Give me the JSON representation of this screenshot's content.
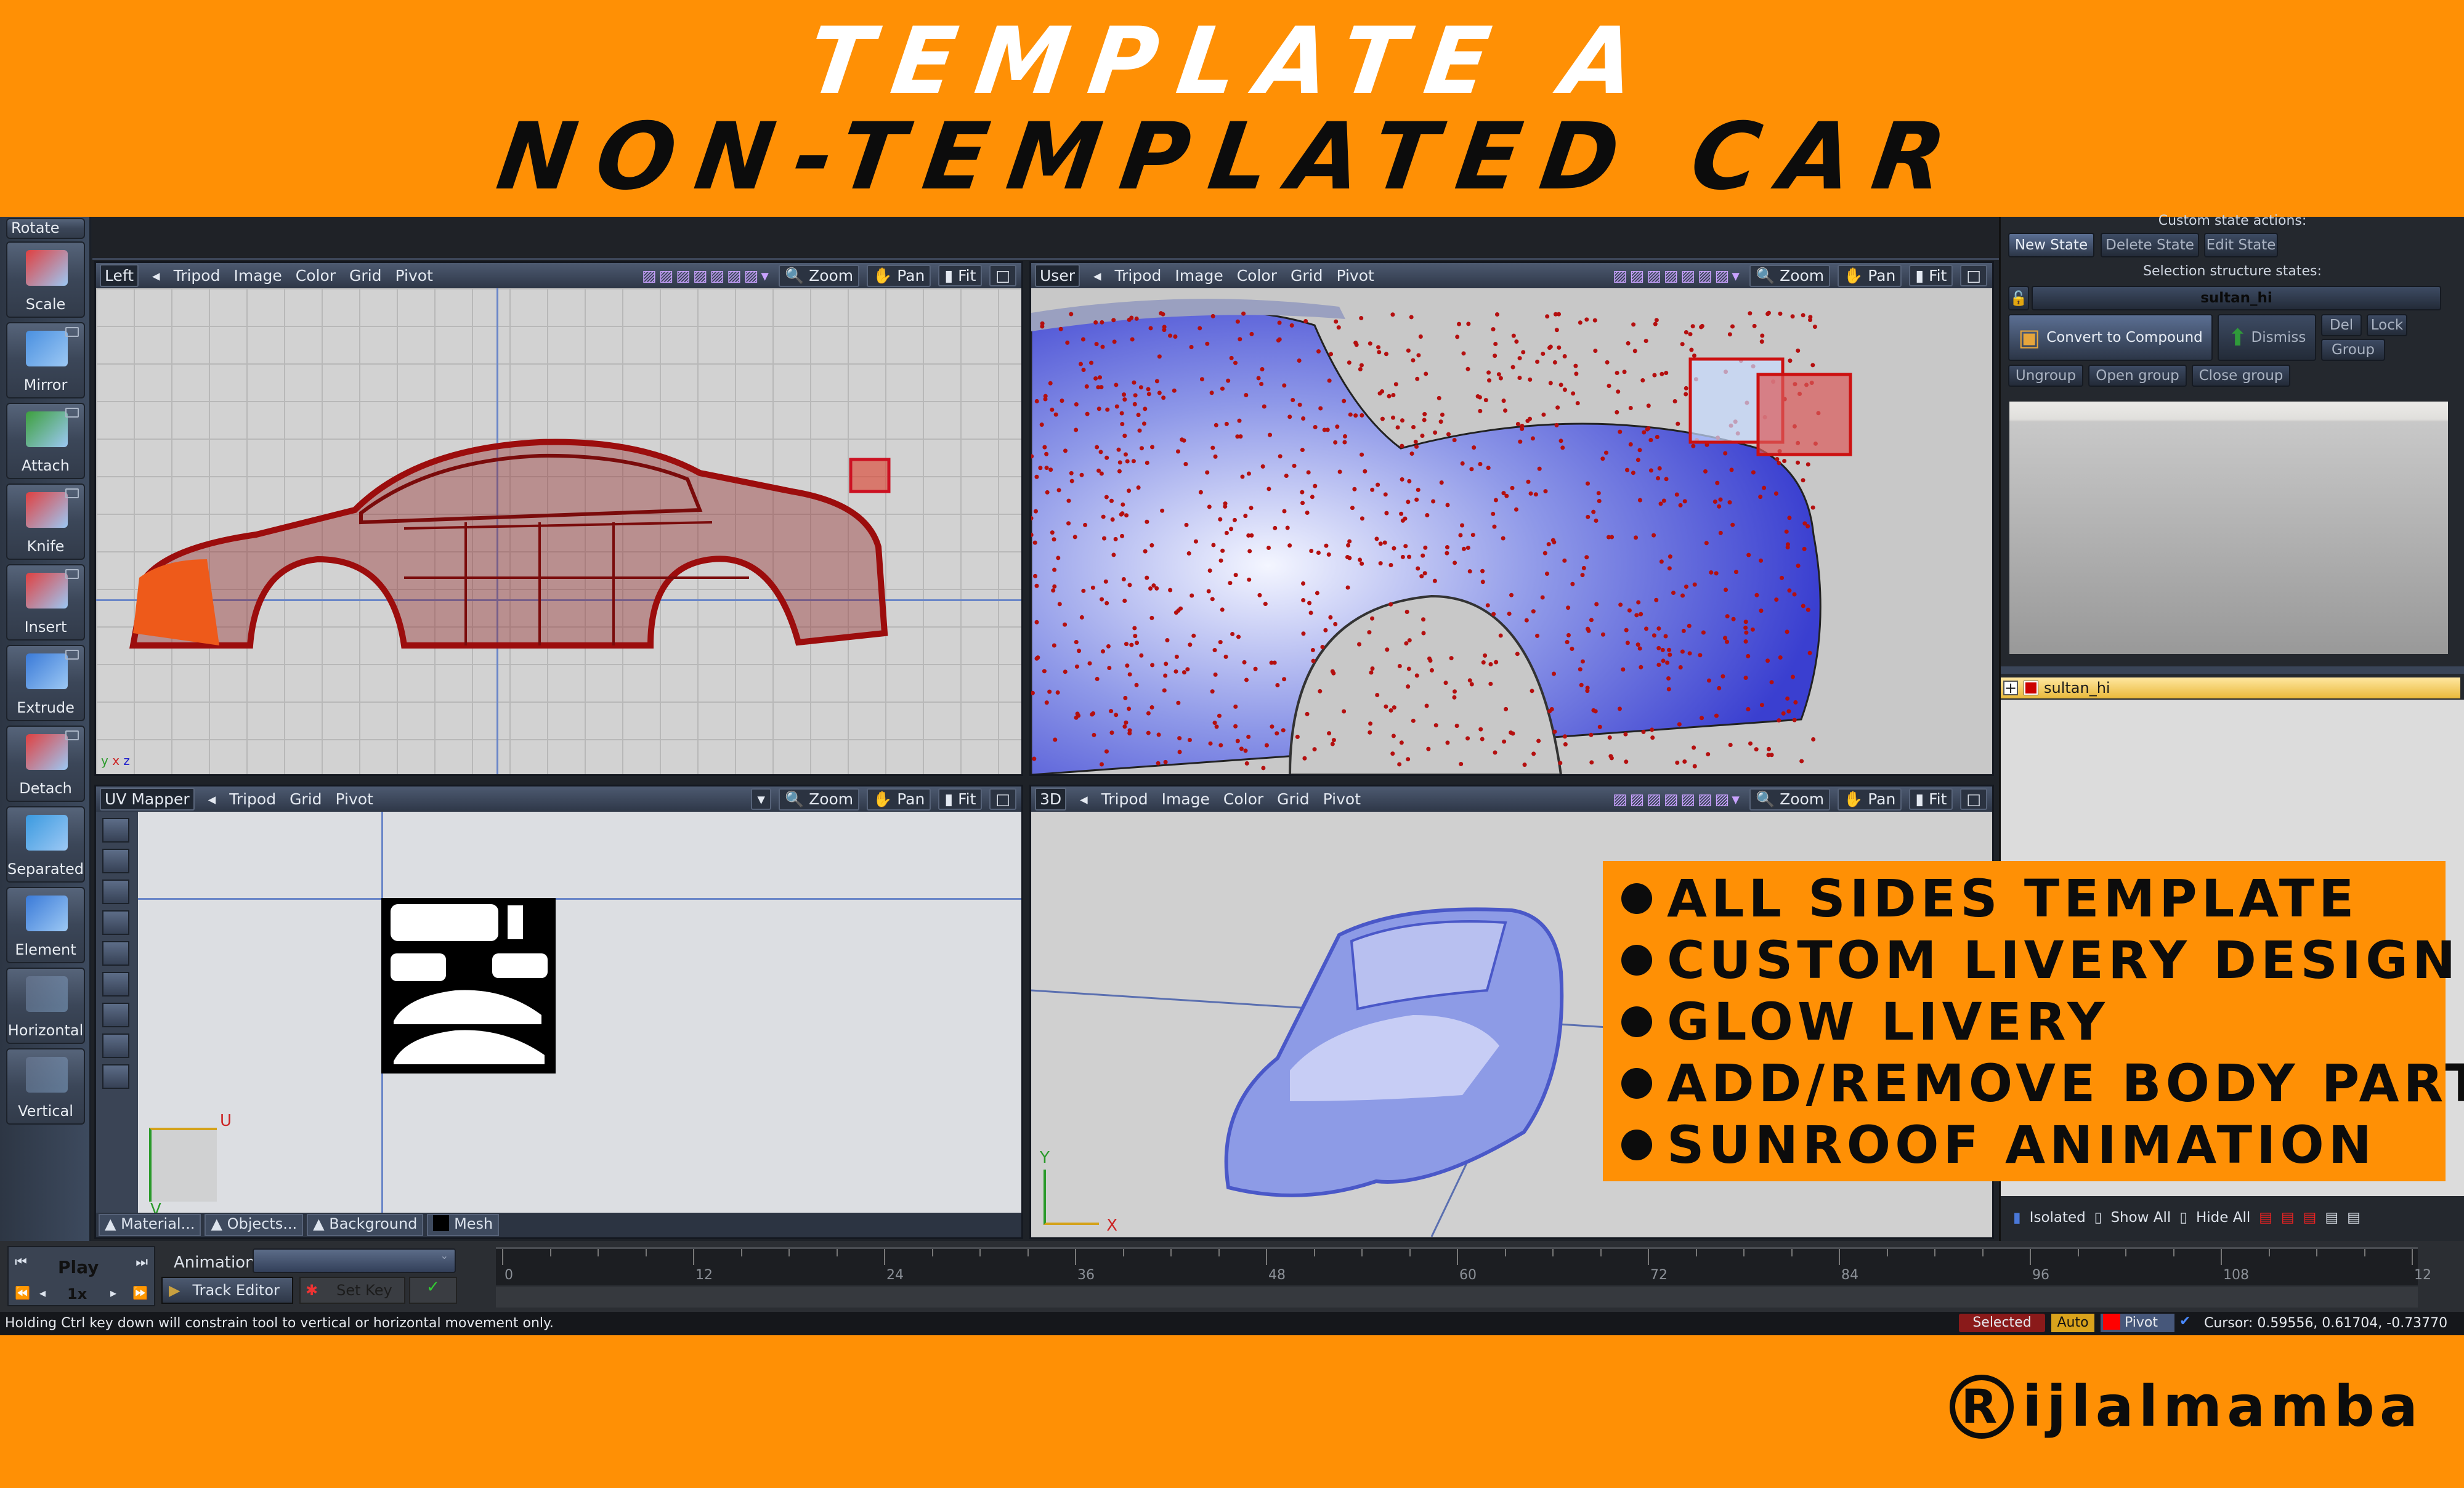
{
  "banner": {
    "line1": "TEMPLATE A",
    "line2": "NON-TEMPLATED CAR"
  },
  "toolbar": {
    "items": [
      {
        "label": "Rotate",
        "icon": "rotate-icon"
      },
      {
        "label": "Scale",
        "icon": "scale-icon"
      },
      {
        "label": "Mirror",
        "icon": "mirror-icon"
      },
      {
        "label": "Attach",
        "icon": "attach-icon"
      },
      {
        "label": "Knife",
        "icon": "knife-icon"
      },
      {
        "label": "Insert",
        "icon": "insert-icon"
      },
      {
        "label": "Extrude",
        "icon": "extrude-icon"
      },
      {
        "label": "Detach",
        "icon": "detach-icon"
      },
      {
        "label": "Separated",
        "icon": "separated-icon"
      },
      {
        "label": "Element",
        "icon": "element-icon"
      },
      {
        "label": "Horizontal",
        "icon": "horizontal-icon"
      },
      {
        "label": "Vertical",
        "icon": "vertical-icon"
      }
    ]
  },
  "viewports": {
    "left": {
      "name": "Left",
      "menus": [
        "Tripod",
        "Image",
        "Color",
        "Grid",
        "Pivot"
      ],
      "tools": [
        "Zoom",
        "Pan",
        "Fit"
      ]
    },
    "user": {
      "name": "User",
      "menus": [
        "Tripod",
        "Image",
        "Color",
        "Grid",
        "Pivot"
      ],
      "tools": [
        "Zoom",
        "Pan",
        "Fit"
      ]
    },
    "uv": {
      "name": "UV Mapper",
      "menus": [
        "Tripod",
        "Grid",
        "Pivot"
      ],
      "tools": [
        "Zoom",
        "Pan",
        "Fit"
      ],
      "axis_u": "U",
      "axis_v": "V",
      "tabs": [
        "Material...",
        "Objects...",
        "Background",
        "Mesh"
      ]
    },
    "threed": {
      "name": "3D",
      "menus": [
        "Tripod",
        "Image",
        "Color",
        "Grid",
        "Pivot"
      ],
      "tools": [
        "Zoom",
        "Pan",
        "Fit"
      ],
      "axis_y": "Y",
      "axis_x": "X"
    },
    "axis_labels": {
      "y": "y",
      "x": "x",
      "z": "z"
    }
  },
  "panel": {
    "custom_state_label": "Custom state actions:",
    "state_buttons": [
      "New State",
      "Delete State",
      "Edit State"
    ],
    "selection_label": "Selection structure states:",
    "selected_state": "sultan_hi",
    "convert_button": "Convert to Compound",
    "dismiss_button": "Dismiss",
    "del_button": "Del",
    "lock_button": "Lock",
    "group_button": "Group",
    "group_buttons": [
      "Ungroup",
      "Open group",
      "Close group"
    ],
    "tree_item": "sultan_hi",
    "footer": [
      "Isolated",
      "Show All",
      "Hide All"
    ]
  },
  "animation": {
    "play": "Play",
    "speed": "1x",
    "animation_label": "Animation:",
    "track_editor": "Track Editor",
    "set_key": "Set Key",
    "ticks": [
      "0",
      "12",
      "24",
      "36",
      "48",
      "60",
      "72",
      "84",
      "96",
      "108",
      "12"
    ]
  },
  "status": {
    "hint": "Holding Ctrl key down will constrain tool to vertical or horizontal movement only.",
    "selected": "Selected",
    "auto": "Auto",
    "pivot": "Pivot",
    "cursor": "Cursor: 0.59556, 0.61704, -0.73770"
  },
  "features": [
    "ALL SIDES TEMPLATE",
    "CUSTOM LIVERY DESIGN",
    "GLOW LIVERY",
    "ADD/REMOVE BODY PART",
    "SUNROOF ANIMATION"
  ],
  "watermark": "ijlalmamba",
  "colors": {
    "orange": "#ff9005",
    "wire": "#b01010",
    "selected": "#8a1a1a",
    "auto": "#d9a21c"
  }
}
